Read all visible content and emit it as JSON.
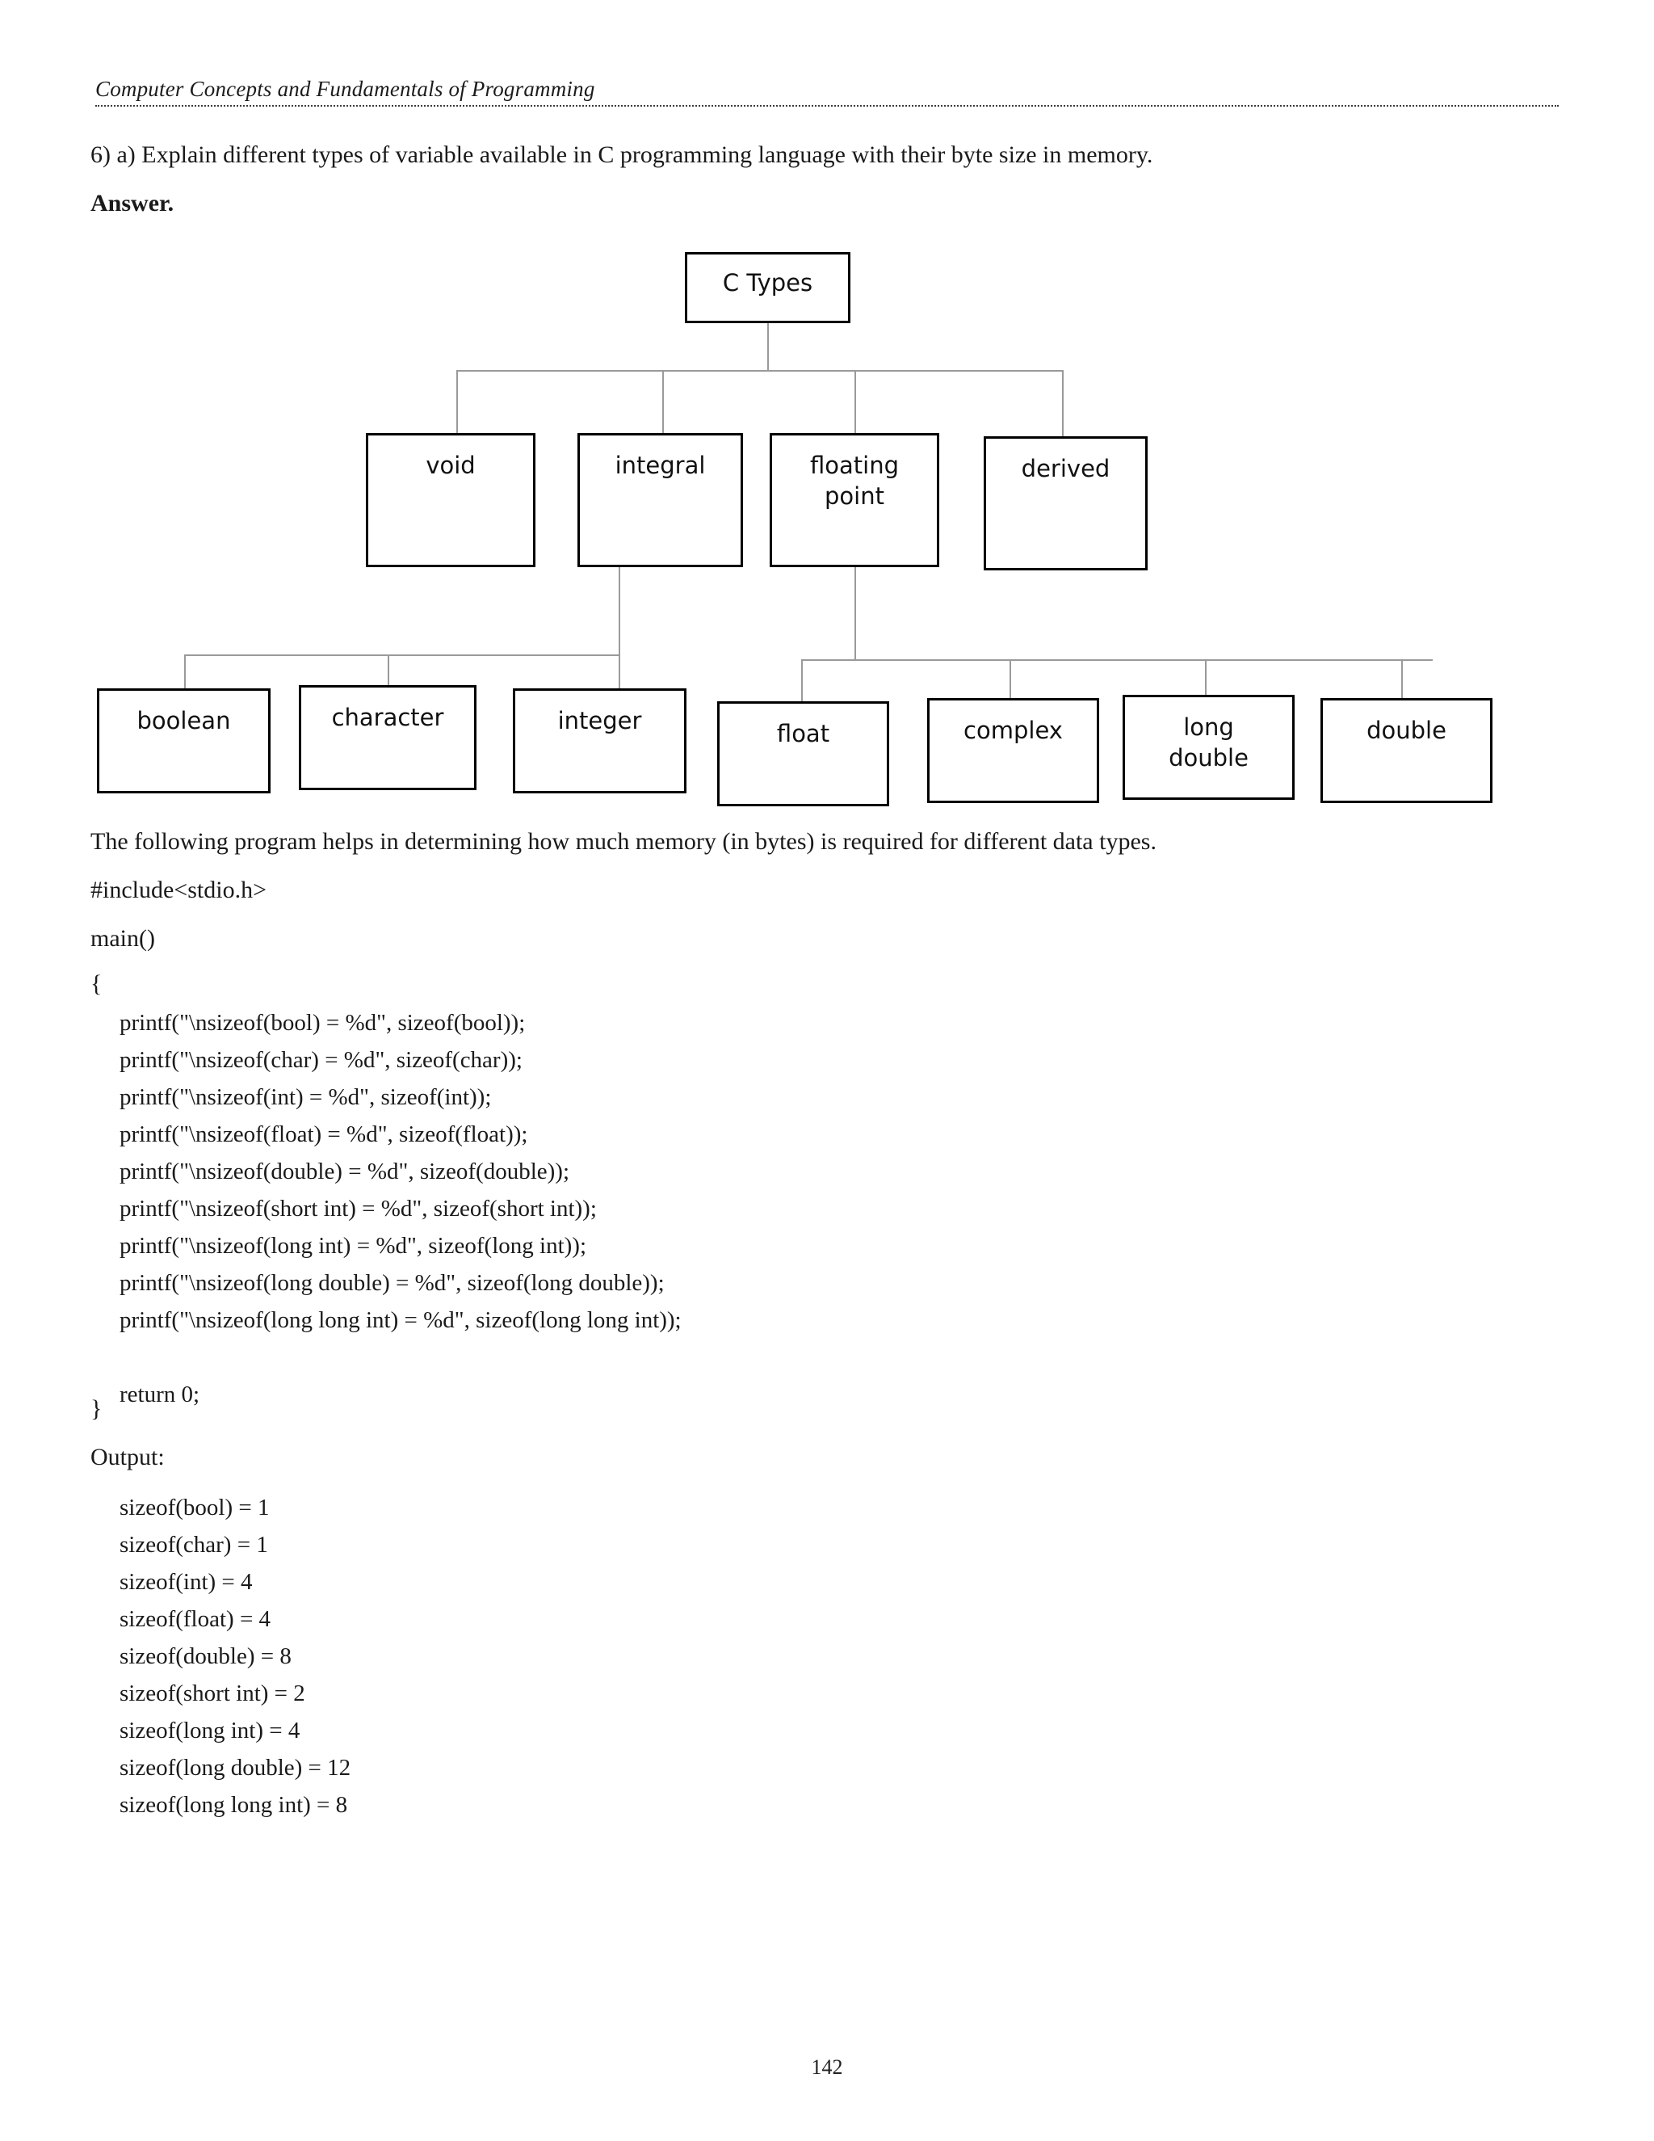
{
  "header": {
    "title": "Computer Concepts and Fundamentals of Programming"
  },
  "question": {
    "text": "6) a) Explain different types of variable available in C programming language with their byte size in memory.",
    "answer_label": "Answer."
  },
  "diagram": {
    "title": "C Types hierarchy",
    "root": {
      "label": "C Types"
    },
    "level2": [
      {
        "label": "void"
      },
      {
        "label": "integral"
      },
      {
        "label": "floating\npoint"
      },
      {
        "label": "derived"
      }
    ],
    "integral_children": [
      {
        "label": "boolean"
      },
      {
        "label": "character"
      },
      {
        "label": "integer"
      }
    ],
    "floating_children": [
      {
        "label": "float"
      },
      {
        "label": "complex"
      },
      {
        "label": "long\ndouble"
      },
      {
        "label": "double"
      }
    ]
  },
  "intro": {
    "text": "The following program helps in determining how much memory (in bytes) is required for different data types."
  },
  "program": {
    "include": "#include<stdio.h>",
    "main": "main()",
    "open_brace": "{",
    "close_brace": "}",
    "lines": [
      "printf(\"\\nsizeof(bool) = %d\", sizeof(bool));",
      "printf(\"\\nsizeof(char) = %d\", sizeof(char));",
      "printf(\"\\nsizeof(int) = %d\", sizeof(int));",
      "printf(\"\\nsizeof(float) = %d\", sizeof(float));",
      "printf(\"\\nsizeof(double) = %d\", sizeof(double));",
      "printf(\"\\nsizeof(short int) = %d\", sizeof(short int));",
      "printf(\"\\nsizeof(long int) = %d\", sizeof(long int));",
      "printf(\"\\nsizeof(long double) = %d\", sizeof(long double));",
      "printf(\"\\nsizeof(long long int) = %d\", sizeof(long long int));"
    ],
    "return_stmt": "return 0;"
  },
  "output": {
    "label": "Output:",
    "lines": [
      "sizeof(bool) = 1",
      "sizeof(char) = 1",
      "sizeof(int) = 4",
      "sizeof(float) = 4",
      "sizeof(double) = 8",
      "sizeof(short int) = 2",
      "sizeof(long int) = 4",
      "sizeof(long double) = 12",
      "sizeof(long long int) = 8"
    ]
  },
  "footer": {
    "page_number": "142"
  }
}
